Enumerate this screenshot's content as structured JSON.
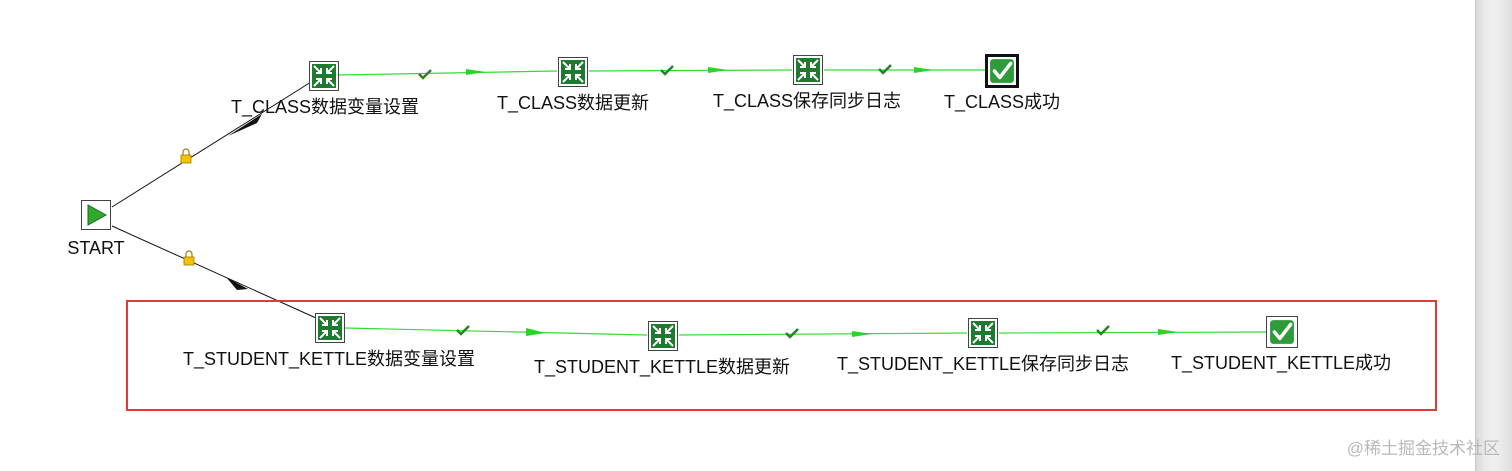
{
  "workflow": {
    "start": {
      "label": "START",
      "icon": "start-icon"
    },
    "class_row": [
      {
        "label": "T_CLASS数据变量设置",
        "icon": "set-variables-icon"
      },
      {
        "label": "T_CLASS数据更新",
        "icon": "transformation-icon"
      },
      {
        "label": "T_CLASS保存同步日志",
        "icon": "transformation-icon"
      },
      {
        "label": "T_CLASS成功",
        "icon": "success-icon"
      }
    ],
    "student_row": [
      {
        "label": "T_STUDENT_KETTLE数据变量设置",
        "icon": "set-variables-icon"
      },
      {
        "label": "T_STUDENT_KETTLE数据更新",
        "icon": "transformation-icon"
      },
      {
        "label": "T_STUDENT_KETTLE保存同步日志",
        "icon": "transformation-icon"
      },
      {
        "label": "T_STUDENT_KETTLE成功",
        "icon": "success-icon"
      }
    ],
    "hop_colors": {
      "unconditional": "#111111",
      "success": "#33dd33",
      "check": "#2e7d32",
      "lock": "#e0b000"
    }
  },
  "watermark": "@稀土掘金技术社区"
}
